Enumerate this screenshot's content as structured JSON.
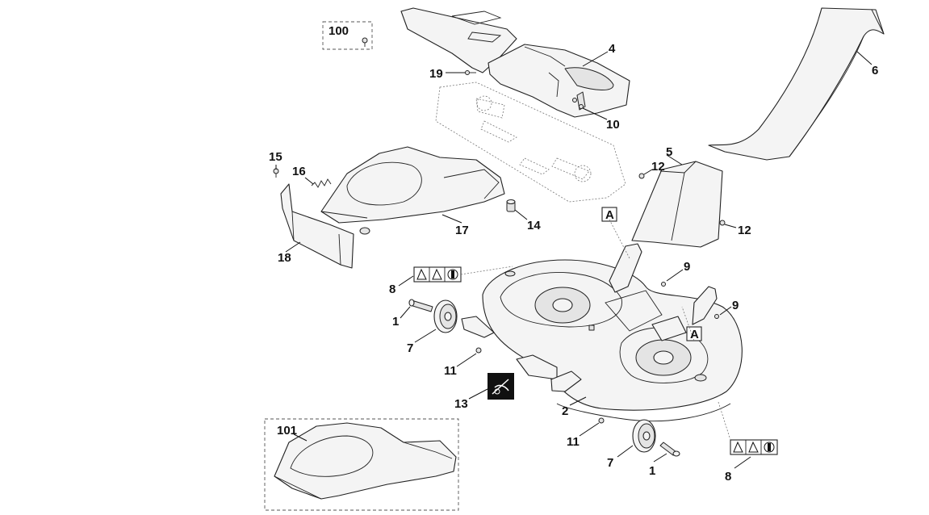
{
  "callouts": {
    "c100": "100",
    "c19": "19",
    "c4": "4",
    "c10": "10",
    "c6": "6",
    "c15": "15",
    "c16": "16",
    "c17": "17",
    "c14": "14",
    "c18": "18",
    "c5": "5",
    "c12a": "12",
    "c12b": "12",
    "c9a": "9",
    "c9b": "9",
    "c8a": "8",
    "c8b": "8",
    "c1a": "1",
    "c1b": "1",
    "c7a": "7",
    "c7b": "7",
    "c11a": "11",
    "c11b": "11",
    "c13": "13",
    "c2": "2",
    "c101": "101",
    "refA1": "A",
    "refA2": "A"
  },
  "icons": {
    "warning_labels": [
      "warning-triangle-icon",
      "hand-hazard-icon",
      "stop-engine-icon"
    ],
    "decal": "belt-routing-decal-icon"
  }
}
